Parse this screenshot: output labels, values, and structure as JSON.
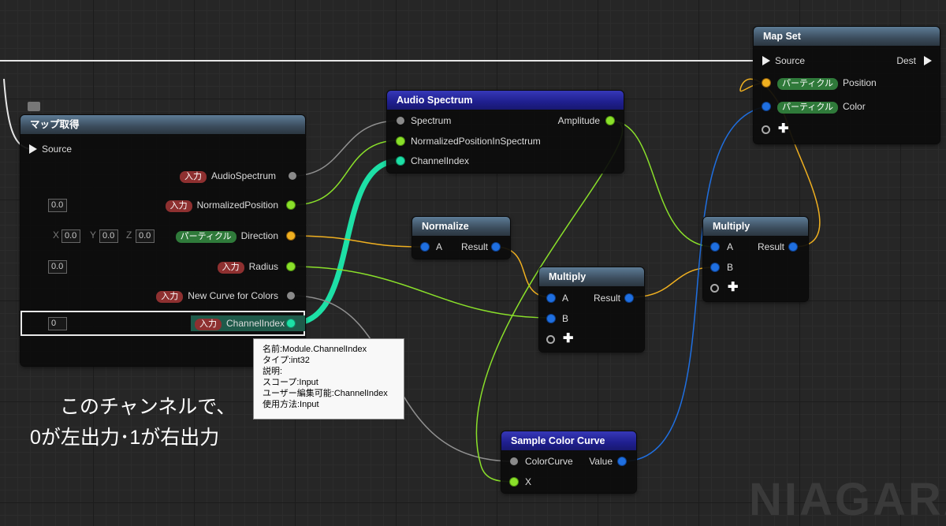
{
  "map_get": {
    "title": "マップ取得",
    "source": "Source",
    "pins": [
      {
        "badge": "入力",
        "label": "AudioSpectrum"
      },
      {
        "badge": "入力",
        "label": "NormalizedPosition",
        "value": "0.0"
      },
      {
        "badge": "パーティクル",
        "label": "Direction",
        "x": "0.0",
        "y": "0.0",
        "z": "0.0"
      },
      {
        "badge": "入力",
        "label": "Radius",
        "value": "0.0"
      },
      {
        "badge": "入力",
        "label": "New Curve for Colors"
      },
      {
        "badge": "入力",
        "label": "ChannelIndex",
        "value": "0"
      }
    ],
    "axis_x": "X",
    "axis_y": "Y",
    "axis_z": "Z"
  },
  "audio_spectrum": {
    "title": "Audio Spectrum",
    "inputs": [
      "Spectrum",
      "NormalizedPositionInSpectrum",
      "ChannelIndex"
    ],
    "output": "Amplitude"
  },
  "normalize": {
    "title": "Normalize",
    "input": "A",
    "output": "Result"
  },
  "multiply1": {
    "title": "Multiply",
    "a": "A",
    "b": "B",
    "output": "Result"
  },
  "multiply2": {
    "title": "Multiply",
    "a": "A",
    "b": "B",
    "output": "Result"
  },
  "map_set": {
    "title": "Map Set",
    "source": "Source",
    "dest": "Dest",
    "pins": [
      {
        "badge": "パーティクル",
        "label": "Position"
      },
      {
        "badge": "パーティクル",
        "label": "Color"
      }
    ]
  },
  "sample_color_curve": {
    "title": "Sample Color Curve",
    "input_curve": "ColorCurve",
    "input_x": "X",
    "output": "Value"
  },
  "plus_symbol": "✚",
  "tooltip": {
    "lines": [
      "名前:Module.ChannelIndex",
      "タイプ:int32",
      "説明:",
      "スコープ:Input",
      "ユーザー編集可能:ChannelIndex",
      "使用方法:Input"
    ]
  },
  "caption": {
    "line1": "このチャンネルで、",
    "line2": "0が左出力･1が右出力"
  },
  "watermark": "NIAGARA",
  "colors": {
    "float_pin": "#8ae02a",
    "int_pin": "#1de0a6",
    "vector_pin": "#f0b020",
    "linear_color_pin": "#1f6fe0",
    "generic_pin": "#8a8a8a",
    "input_badge": "#8e3030",
    "particle_badge": "#2f7a3a"
  }
}
